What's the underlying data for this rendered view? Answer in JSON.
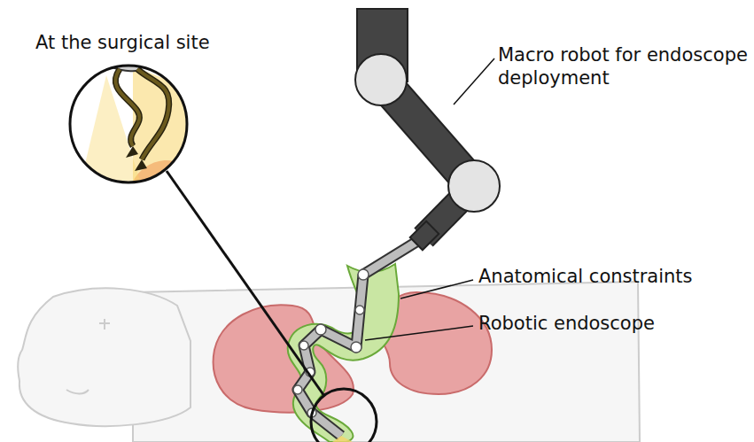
{
  "diagram": {
    "labels": [
      "At the surgical site",
      "Macro robot for endoscope deployment",
      "Anatomical constraints",
      "Robotic endoscope"
    ]
  }
}
